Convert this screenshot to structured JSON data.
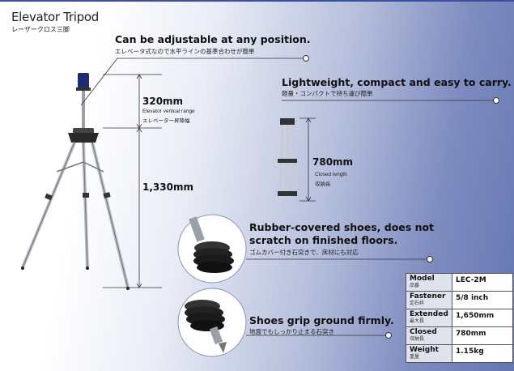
{
  "header": {
    "title": "Elevator Tripod",
    "subtitle": "レーザークロス三脚"
  },
  "features": [
    {
      "title": "Can be adjustable at any position.",
      "jp": "エレベータ式なので水平ラインの基準合わせが簡単"
    },
    {
      "title": "Lightweight, compact and easy to carry.",
      "jp": "軽量・コンパクトで持ち運び簡単"
    },
    {
      "title_line1": "Rubber-covered shoes, does not",
      "title_line2": "scratch on finished floors.",
      "jp": "ゴムカバー付き石突きで、床材にも対応"
    },
    {
      "title": "Shoes grip ground firmly.",
      "jp": "地面でもしっかり止まる石突き"
    }
  ],
  "dimensions": {
    "elevator": {
      "value": "320mm",
      "label": "Elevator vertical range",
      "jp": "エレベーター昇降幅"
    },
    "height": {
      "value": "1,330mm"
    },
    "closed": {
      "value": "780mm",
      "label": "Closed length",
      "jp": "収納長"
    }
  },
  "spec_table": [
    {
      "key": "Model",
      "key_jp": "品番",
      "value": "LEC-2M"
    },
    {
      "key": "Fastener",
      "key_jp": "定石枠",
      "value": "5/8 inch"
    },
    {
      "key": "Extended",
      "key_jp": "最大長",
      "value": "1,650mm"
    },
    {
      "key": "Closed",
      "key_jp": "収納長",
      "value": "780mm"
    },
    {
      "key": "Weight",
      "key_jp": "重量",
      "value": "1.15kg"
    }
  ],
  "colors": {
    "accent_top_line": "#3c4ea0",
    "background_end": "#6576b2"
  }
}
